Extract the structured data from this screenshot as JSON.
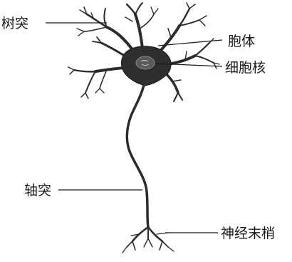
{
  "labels": {
    "dendrite": "树突",
    "soma": "胞体",
    "nucleus": "细胞核",
    "axon": "轴突",
    "terminal": "神经末梢"
  },
  "colors": {
    "ink": "#1a1a1a",
    "cell_body": "#2e2e2e",
    "nucleus_fill": "#5a5a5a",
    "background": "#ffffff"
  }
}
